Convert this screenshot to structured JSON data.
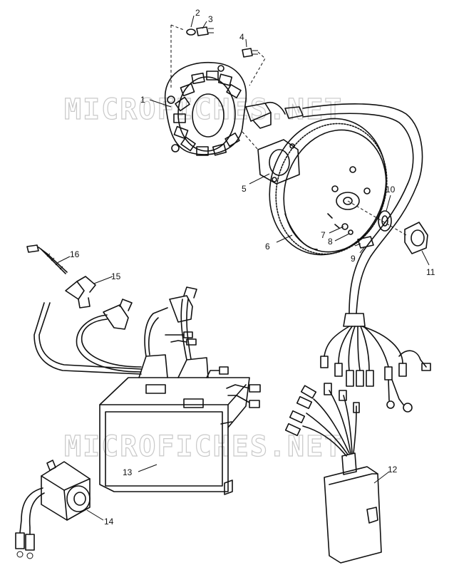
{
  "watermark": "MICROFICHES.NET",
  "callouts": [
    "1",
    "2",
    "3",
    "4",
    "5",
    "6",
    "7",
    "8",
    "9",
    "10",
    "11",
    "12",
    "13",
    "14",
    "15",
    "16"
  ]
}
